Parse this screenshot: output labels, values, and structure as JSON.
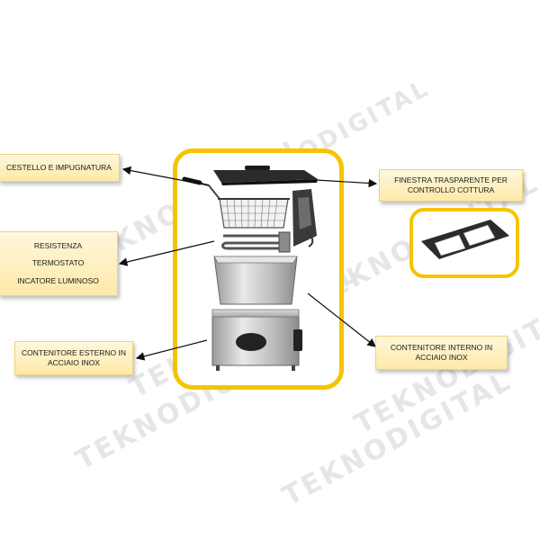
{
  "watermark_text": "TEKNODIGITAL",
  "labels": {
    "basket": "CESTELLO E IMPUGNATURA",
    "heating": [
      "RESISTENZA",
      "TERMOSTATO",
      "INCATORE LUMINOSO"
    ],
    "outer": [
      "CONTENITORE ESTERNO IN",
      "ACCIAIO INOX"
    ],
    "window": [
      "FINESTRA TRASPARENTE PER",
      "CONTROLLO COTTURA"
    ],
    "inner": [
      "CONTENITORE INTERNO IN",
      "ACCIAIO INOX"
    ]
  },
  "colors": {
    "frame": "#f5c400",
    "label_bg": "#fde9a8",
    "steel": "#c9c9c9",
    "lid": "#2b2b2b"
  }
}
